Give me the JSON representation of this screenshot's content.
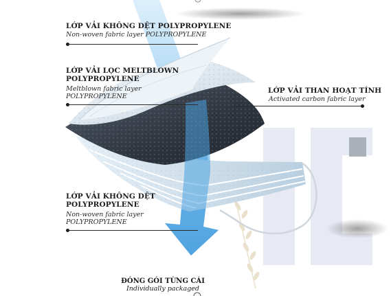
{
  "layers": [
    {
      "title": "LỚP VẢI KHÔNG DỆT POLYPROPYLENE",
      "subtitle": "Non-woven fabric layer POLYPROPYLENE"
    },
    {
      "title": "LỚP VẢI LỌC MELTBLOWN\nPOLYPROPYLENE",
      "subtitle": "Meltblown fabric layer\nPOLYPROPYLENE"
    },
    {
      "title": "LỚP VẢI THAN HOẠT TÍNH",
      "subtitle": "Activated carbon fabric layer"
    },
    {
      "title": "LỚP VẢI KHÔNG DỆT\nPOLYPROPYLENE",
      "subtitle": "Non-woven fabric layer\nPOLYPROPYLENE"
    }
  ],
  "packaging": {
    "title": "ĐÓNG GÓI TỪNG CÁI",
    "subtitle": "Individually packaged"
  },
  "colors": {
    "arrow": "#4aa3e0",
    "carbon_layer": "#3b4450",
    "meltblown_layer": "#dde6ee",
    "outer_layer": "#d3e3ef",
    "watermark": "#e7e9f3",
    "leader": "#2a2a2a",
    "wheat": "#d8c9a3"
  }
}
